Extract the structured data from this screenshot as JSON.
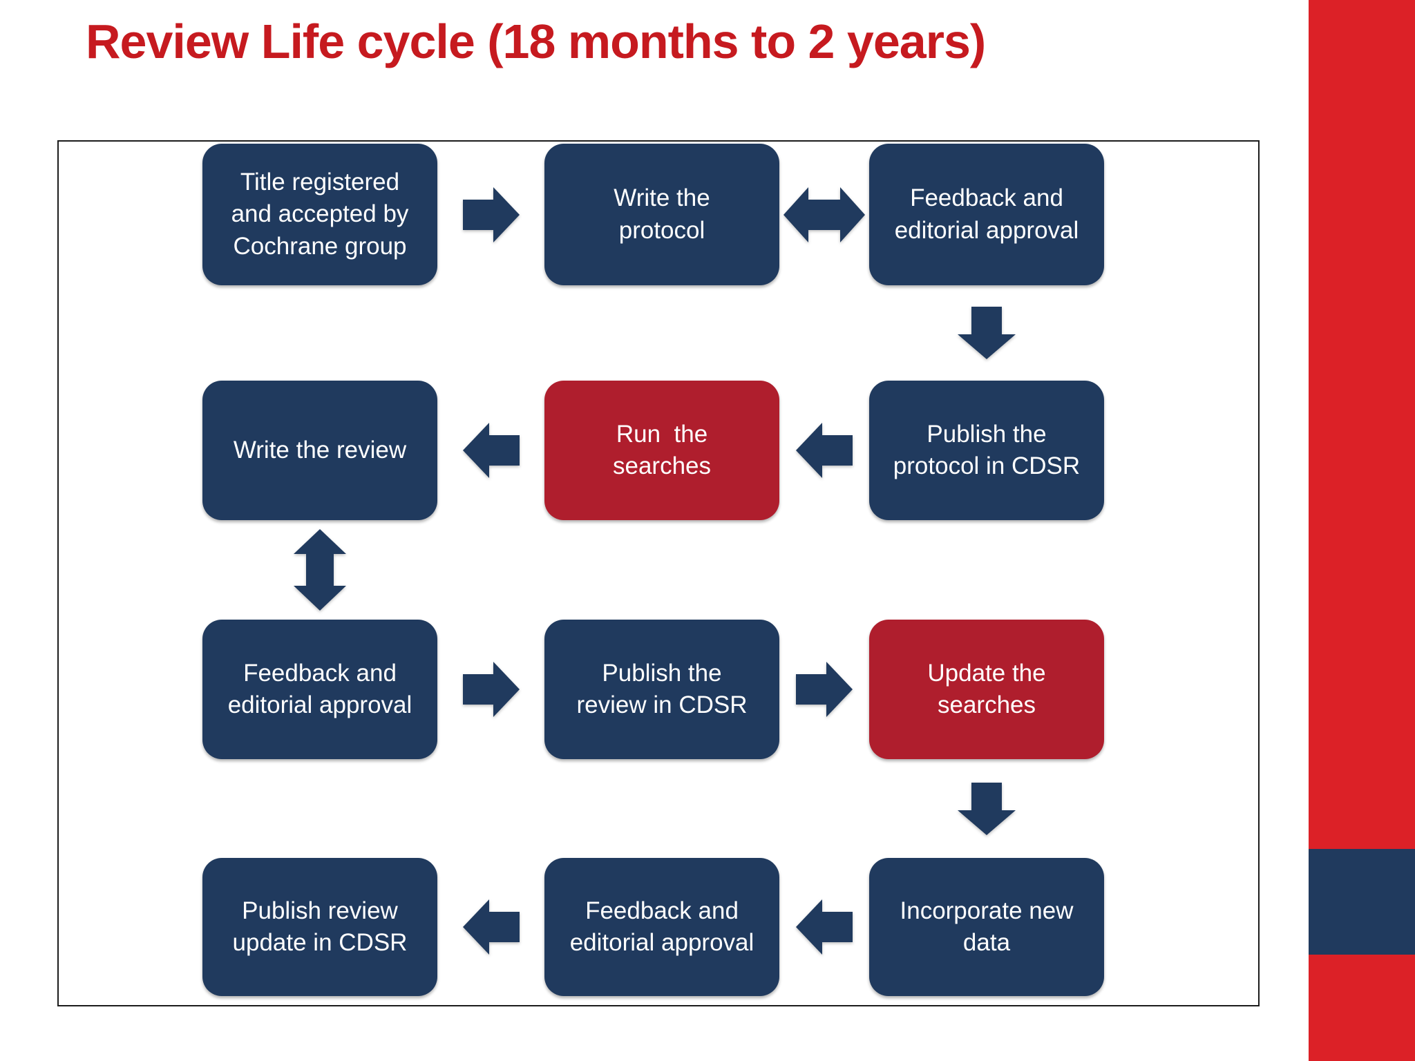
{
  "slide": {
    "title": "Review Life cycle (18 months to 2 years)"
  },
  "theme": {
    "title_color": "#C61A1F",
    "box_navy": "#203A5E",
    "box_red": "#AF1E2D",
    "box_text_color": "#FFFFFF",
    "arrow_color": "#203A5E",
    "panel_border": "#1B1B1B",
    "sidebar_red": "#DC2127",
    "sidebar_square_navy": "#203A5E"
  },
  "flowchart": {
    "boxes": [
      {
        "id": "title-registered",
        "row": 1,
        "col": 1,
        "variant": "navy",
        "label": "Title registered\nand accepted by\nCochrane group"
      },
      {
        "id": "write-protocol",
        "row": 1,
        "col": 2,
        "variant": "navy",
        "label": "Write the\nprotocol"
      },
      {
        "id": "feedback-approval-1",
        "row": 1,
        "col": 3,
        "variant": "navy",
        "label": "Feedback and\neditorial approval"
      },
      {
        "id": "publish-protocol",
        "row": 2,
        "col": 3,
        "variant": "navy",
        "label": "Publish the\nprotocol in CDSR"
      },
      {
        "id": "run-searches",
        "row": 2,
        "col": 2,
        "variant": "red",
        "label": "Run  the\nsearches"
      },
      {
        "id": "write-review",
        "row": 2,
        "col": 1,
        "variant": "navy",
        "label": "Write the review"
      },
      {
        "id": "feedback-approval-2",
        "row": 3,
        "col": 1,
        "variant": "navy",
        "label": "Feedback and\neditorial approval"
      },
      {
        "id": "publish-review",
        "row": 3,
        "col": 2,
        "variant": "navy",
        "label": "Publish the\nreview in CDSR"
      },
      {
        "id": "update-searches",
        "row": 3,
        "col": 3,
        "variant": "red",
        "label": "Update the\nsearches"
      },
      {
        "id": "incorporate-data",
        "row": 4,
        "col": 3,
        "variant": "navy",
        "label": "Incorporate new\ndata"
      },
      {
        "id": "feedback-approval-3",
        "row": 4,
        "col": 2,
        "variant": "navy",
        "label": "Feedback and\neditorial approval"
      },
      {
        "id": "publish-update",
        "row": 4,
        "col": 1,
        "variant": "navy",
        "label": "Publish review\nupdate in CDSR"
      }
    ],
    "arrows": [
      {
        "id": "arrow-r1-forward",
        "type": "right",
        "row": 1,
        "cols": [
          1,
          2
        ]
      },
      {
        "id": "arrow-r1-both-ways",
        "type": "h-double",
        "row": 1,
        "cols": [
          2,
          3
        ]
      },
      {
        "id": "arrow-c3-down-1",
        "type": "down",
        "col": 3,
        "rows": [
          1,
          2
        ]
      },
      {
        "id": "arrow-r2-back-1",
        "type": "left",
        "row": 2,
        "cols": [
          2,
          3
        ]
      },
      {
        "id": "arrow-r2-back-2",
        "type": "left",
        "row": 2,
        "cols": [
          1,
          2
        ]
      },
      {
        "id": "arrow-c1-both-ways",
        "type": "v-double",
        "col": 1,
        "rows": [
          2,
          3
        ]
      },
      {
        "id": "arrow-r3-forward-1",
        "type": "right",
        "row": 3,
        "cols": [
          1,
          2
        ]
      },
      {
        "id": "arrow-r3-forward-2",
        "type": "right",
        "row": 3,
        "cols": [
          2,
          3
        ]
      },
      {
        "id": "arrow-c3-down-2",
        "type": "down",
        "col": 3,
        "rows": [
          3,
          4
        ]
      },
      {
        "id": "arrow-r4-back-1",
        "type": "left",
        "row": 4,
        "cols": [
          2,
          3
        ]
      },
      {
        "id": "arrow-r4-back-2",
        "type": "left",
        "row": 4,
        "cols": [
          1,
          2
        ]
      }
    ]
  }
}
